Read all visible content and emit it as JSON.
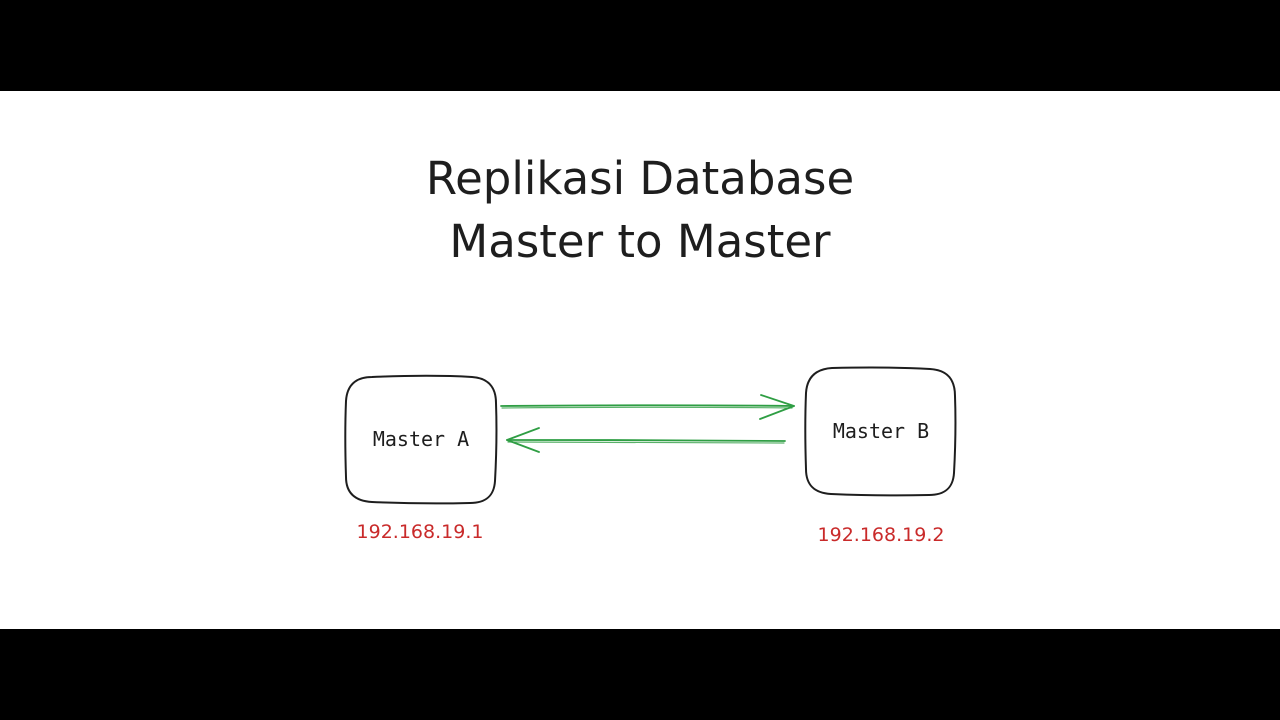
{
  "title": {
    "line1": "Replikasi Database",
    "line2": "Master to Master"
  },
  "nodes": [
    {
      "id": "master-a",
      "label": "Master A",
      "ip": "192.168.19.1"
    },
    {
      "id": "master-b",
      "label": "Master B",
      "ip": "192.168.19.2"
    }
  ],
  "colors": {
    "background": "#ffffff",
    "letterbox": "#000000",
    "stroke": "#1e1e1e",
    "arrow": "#2f9e44",
    "ip": "#c92a2a"
  }
}
